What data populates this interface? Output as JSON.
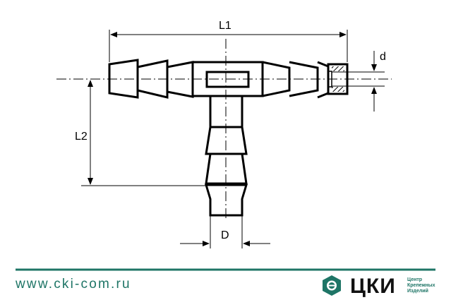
{
  "drawing": {
    "dimensions": {
      "L1": "L1",
      "L2": "L2",
      "D": "D",
      "d": "d"
    }
  },
  "footer": {
    "url": "www.cki-com.ru",
    "brand": "ЦКИ",
    "brand_sub": [
      "Центр",
      "Крепежных",
      "Изделий"
    ],
    "accent_color": "#1e7566"
  }
}
